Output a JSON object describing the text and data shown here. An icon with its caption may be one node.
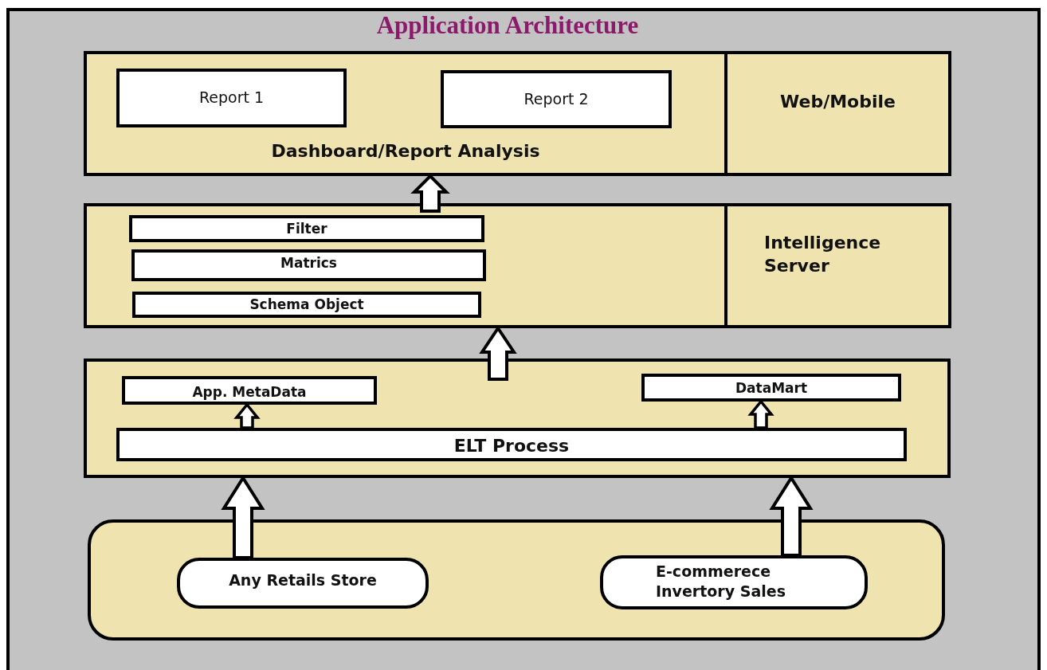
{
  "diagram": {
    "title": "Application Architecture",
    "nodes": [
      {
        "text": [
          "Dashboard/Report Analysis"
        ]
      },
      {
        "text": [
          "Report 1"
        ],
        "in": 0
      },
      {
        "text": [
          "Report 2"
        ],
        "in": 0
      },
      {
        "text": [
          "Web/Mobile"
        ]
      },
      {
        "text": [],
        "shape": "box"
      },
      {
        "text": [
          "Filter"
        ],
        "in": 4
      },
      {
        "text": [
          "Matrics"
        ],
        "in": 4
      },
      {
        "text": [
          "Schema Object"
        ],
        "in": 4
      },
      {
        "text": [
          "Intelligence Server"
        ]
      },
      {
        "text": [],
        "shape": "box"
      },
      {
        "text": [
          "App. MetaData"
        ],
        "in": 9
      },
      {
        "text": [
          "DataMart"
        ],
        "in": 9
      },
      {
        "text": [
          "ELT Process"
        ],
        "in": 9
      },
      {
        "text": [],
        "shape": "box"
      },
      {
        "text": [
          "Any Retails Store"
        ],
        "in": 13
      },
      {
        "text": [
          "E-commerece Invertory Sales"
        ],
        "in": 13
      }
    ],
    "edges": [
      {
        "from": 4,
        "to": 0,
        "arrow": "to"
      },
      {
        "from": 9,
        "to": 4,
        "arrow": "to"
      },
      {
        "from": 12,
        "to": 10,
        "arrow": "to"
      },
      {
        "from": 12,
        "to": 11,
        "arrow": "to"
      },
      {
        "from": 14,
        "to": 9,
        "arrow": "to"
      },
      {
        "from": 15,
        "to": 9,
        "arrow": "to"
      }
    ]
  }
}
